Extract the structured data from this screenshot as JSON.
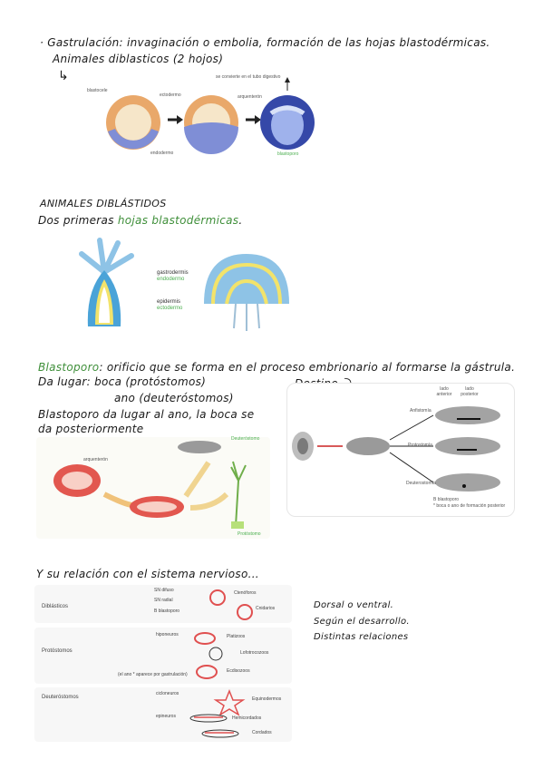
{
  "section1": {
    "line1": "· Gastrulación: invaginación o embolia, formación de las hojas blastodérmicas.",
    "line2": "Animales diblasticos (2 hojos)",
    "arrow": "↳",
    "fig_labels": {
      "blastocele": "blastocele",
      "ectodermo": "ectodermo",
      "endodermo": "endodermo",
      "arquenteron": "arquenterón",
      "tubo": "se convierte en el tubo digestivo",
      "blastoporo": "blastoporo"
    }
  },
  "section2": {
    "title": "ANIMALES DIBLÁSTIDOS",
    "subtitle_pre": "Dos primeras",
    "subtitle_green": "hojas blastodérmicas",
    "subtitle_post": ".",
    "fig_labels": {
      "gastrodermis": "gastrodermis",
      "endodermo": "endodermo",
      "epidermis": "epidermis",
      "ectodermo": "ectodermo"
    }
  },
  "section3": {
    "line1_green": "Blastoporo",
    "line1_rest": ": orificio que se forma en el proceso embrionario al formarse la gástrula.",
    "line2": "Da lugar:  boca (protóstomos)",
    "destino": "Destino ⤵",
    "line3": "ano (deuteróstomos)",
    "line4": "Blastoporo da lugar al ano, la boca se",
    "line5": "da posteriormente",
    "left_labels": {
      "arquenteron": "arquenterón",
      "deuterostomo": "Deuteróstomo",
      "protostomo": "Protóstomo"
    },
    "right_labels": {
      "lado_anterior": "lado anterior",
      "lado_posterior": "lado posterior",
      "anfistomia": "Anfistomía",
      "protostomia": "Protostomía",
      "deuterostomia": "Deuterostomía",
      "note1": "B blastoporo",
      "note2": "* boca o ano de formación posterior"
    }
  },
  "section4": {
    "title": "Y su relación con el sistema nervioso...",
    "notes": [
      "Dorsal o ventral.",
      "Según el desarrollo.",
      "Distintas relaciones"
    ],
    "rows": [
      {
        "name": "Diblásticos",
        "items": [
          "Ctenóforos",
          "Cnidarios"
        ],
        "legend": [
          "SN difuso",
          "SN radial",
          "B blastoporo"
        ]
      },
      {
        "name": "Protóstomos",
        "items": [
          "Platizoos",
          "Lofotrocozoos",
          "Ecdisozoos"
        ],
        "top": "hiponeuros",
        "bottom": "(el ano * aparece por gastrulación)"
      },
      {
        "name": "Deuteróstomos",
        "items": [
          "Equinodermos",
          "Hemicordados",
          "Cordados"
        ],
        "top": "cicloneuros",
        "mid": "epineuros"
      }
    ]
  }
}
